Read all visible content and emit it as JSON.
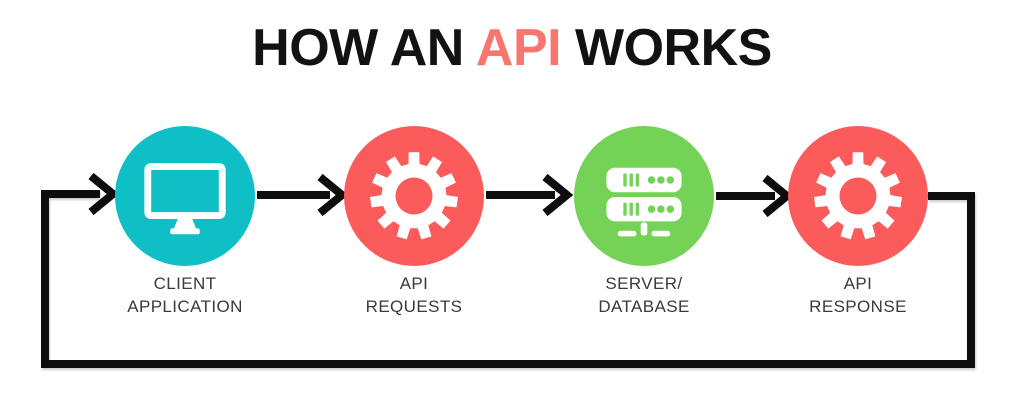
{
  "title": {
    "part1": "HOW AN ",
    "accent": "API",
    "part2": " WORKS"
  },
  "colors": {
    "accent_text": "#F97670",
    "teal": "#10BEC6",
    "red": "#FC5B5B",
    "green": "#74D257",
    "line": "#0D0D0D",
    "label_text": "#3A3A3A",
    "background": "#FFFFFF",
    "icon": "#FFFFFF"
  },
  "nodes": [
    {
      "label_line1": "CLIENT",
      "label_line2": "APPLICATION",
      "icon": "monitor-icon",
      "color": "#10BEC6"
    },
    {
      "label_line1": "API",
      "label_line2": "REQUESTS",
      "icon": "gear-icon",
      "color": "#FC5B5B"
    },
    {
      "label_line1": "SERVER/",
      "label_line2": "DATABASE",
      "icon": "server-icon",
      "color": "#74D257"
    },
    {
      "label_line1": "API",
      "label_line2": "RESPONSE",
      "icon": "gear-icon",
      "color": "#FC5B5B"
    }
  ]
}
